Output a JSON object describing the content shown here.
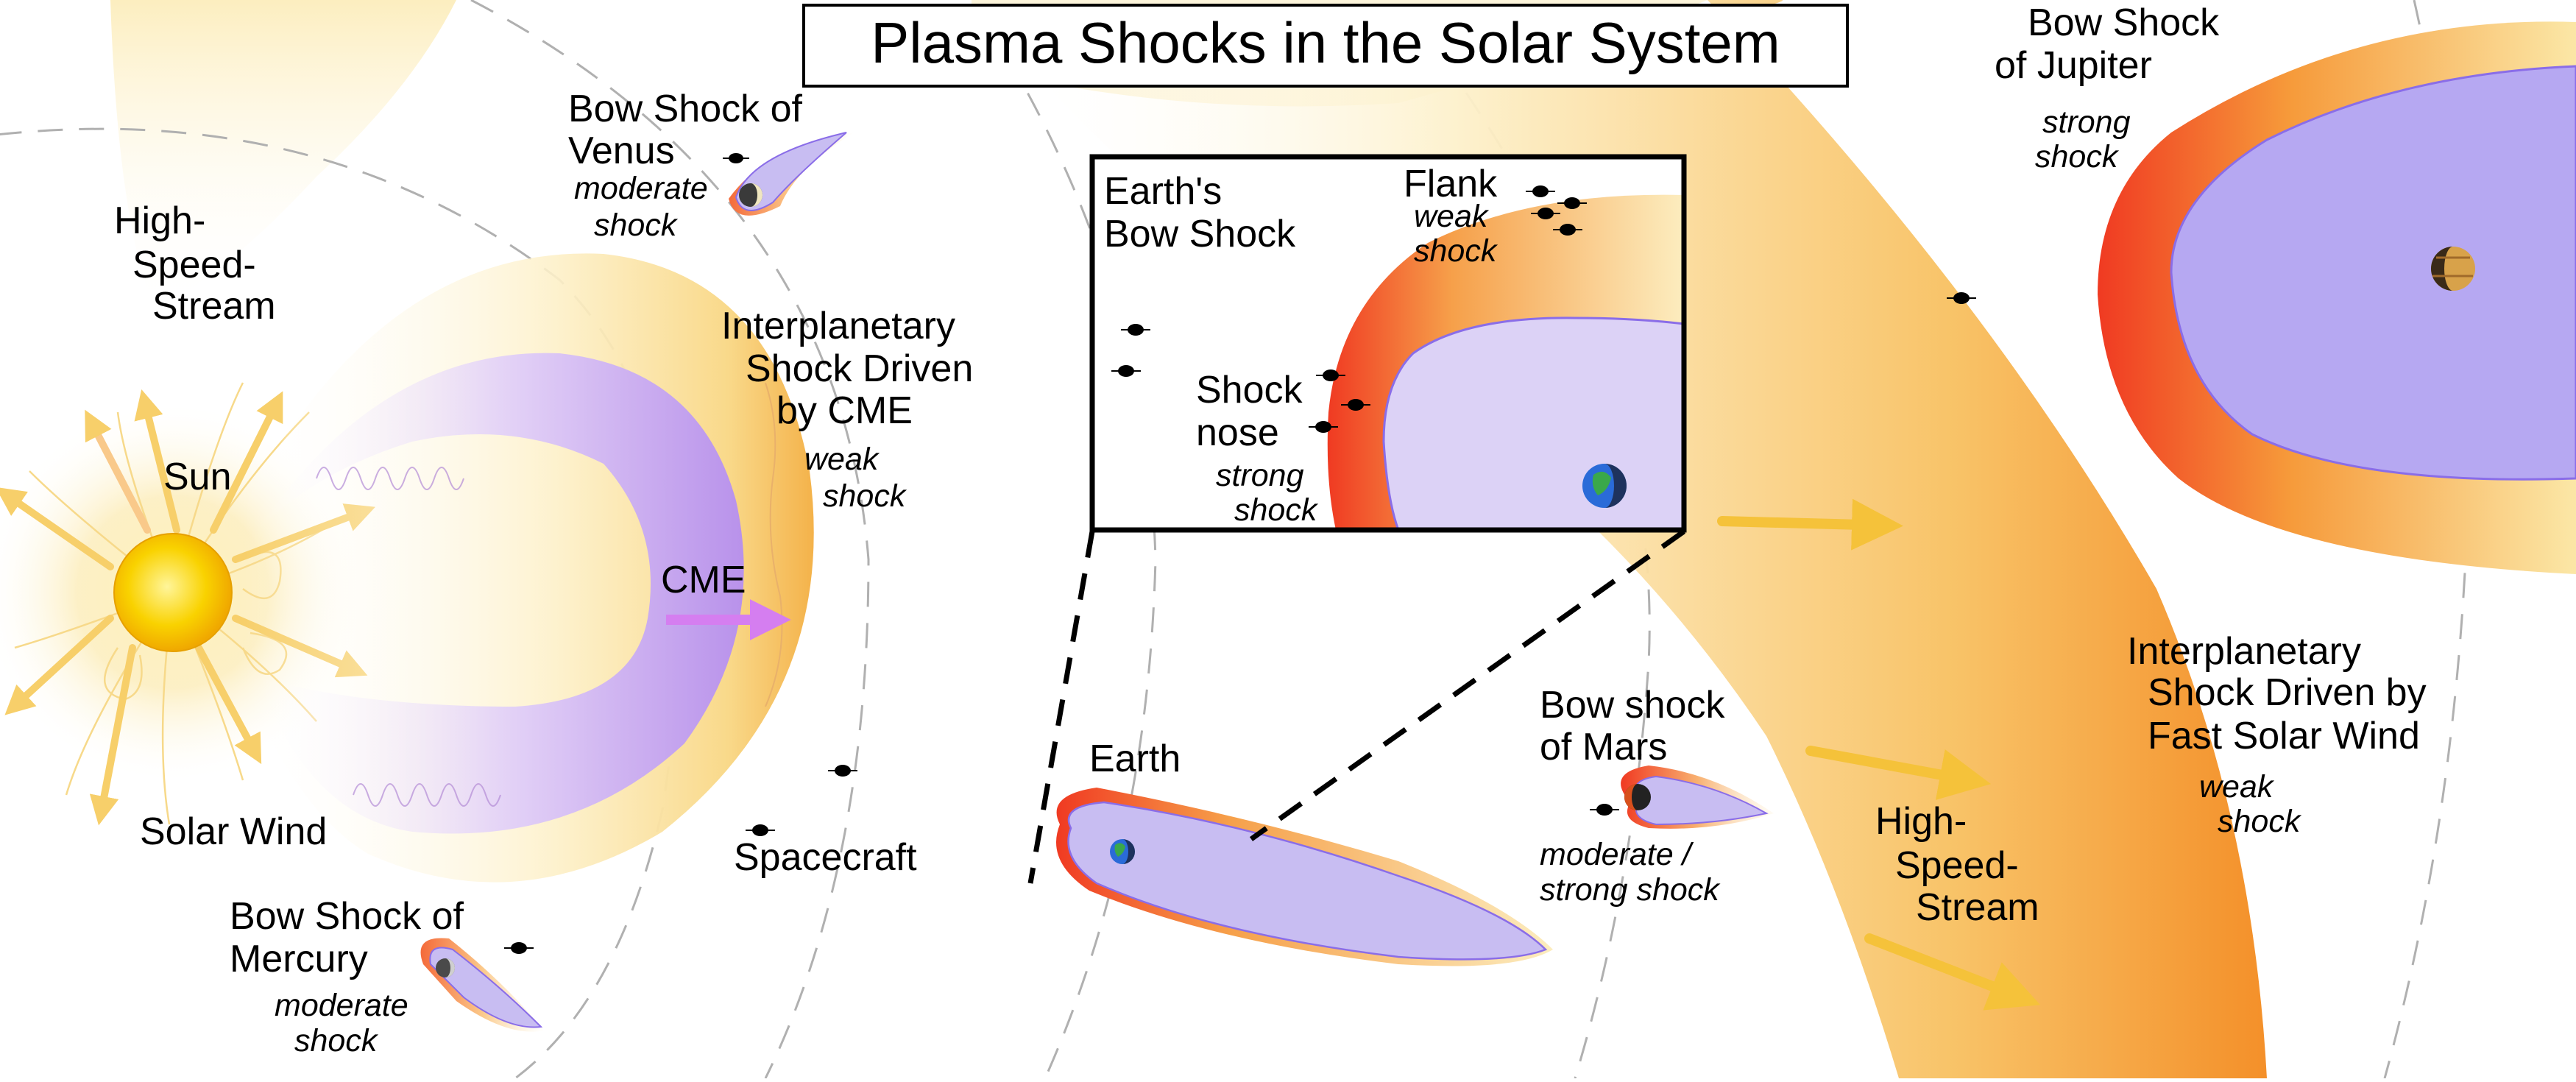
{
  "title": "Plasma Shocks in the Solar System",
  "labels": {
    "high_speed_stream_left": [
      "High-",
      "Speed-",
      "Stream"
    ],
    "sun": "Sun",
    "solar_wind": "Solar Wind",
    "cme": "CME",
    "spacecraft": "Spacecraft",
    "venus": [
      "Bow Shock of",
      "Venus"
    ],
    "venus_strength": [
      "moderate",
      "shock"
    ],
    "mercury": [
      "Bow Shock of",
      "Mercury"
    ],
    "mercury_strength": [
      "moderate",
      "shock"
    ],
    "cme_shock": [
      "Interplanetary",
      "Shock Driven",
      "by CME"
    ],
    "cme_shock_strength": [
      "weak",
      "shock"
    ],
    "earth": "Earth",
    "earth_bow_shock": [
      "Earth's",
      "Bow Shock"
    ],
    "flank": "Flank",
    "flank_strength": [
      "weak",
      "shock"
    ],
    "shock_nose": [
      "Shock",
      "nose"
    ],
    "shock_nose_strength": [
      "strong",
      "shock"
    ],
    "mars": [
      "Bow shock",
      "of Mars"
    ],
    "mars_strength": [
      "moderate /",
      "strong shock"
    ],
    "jupiter": [
      "Bow Shock",
      "of Jupiter"
    ],
    "jupiter_strength": [
      "strong",
      "shock"
    ],
    "fast_wind_shock": [
      "Interplanetary",
      "Shock Driven by",
      "Fast Solar Wind"
    ],
    "fast_wind_strength": [
      "weak",
      "shock"
    ],
    "high_speed_stream_right": [
      "High-",
      "Speed-",
      "Stream"
    ]
  },
  "colors": {
    "sun": "#f7c600",
    "shock_strong": "#f03a22",
    "shock_mid": "#f5952a",
    "shock_weak": "#fbe7a6",
    "magnetosphere": "#b6a8f2",
    "cme": "#c79af2",
    "arrow": "#f5c23a",
    "orbit": "#b0b0b0"
  },
  "icons": {
    "spacecraft": "spacecraft-icon",
    "earth": "earth-icon",
    "mars": "mars-icon",
    "venus": "venus-icon",
    "mercury": "mercury-icon",
    "jupiter": "jupiter-icon",
    "sun": "sun-icon"
  }
}
